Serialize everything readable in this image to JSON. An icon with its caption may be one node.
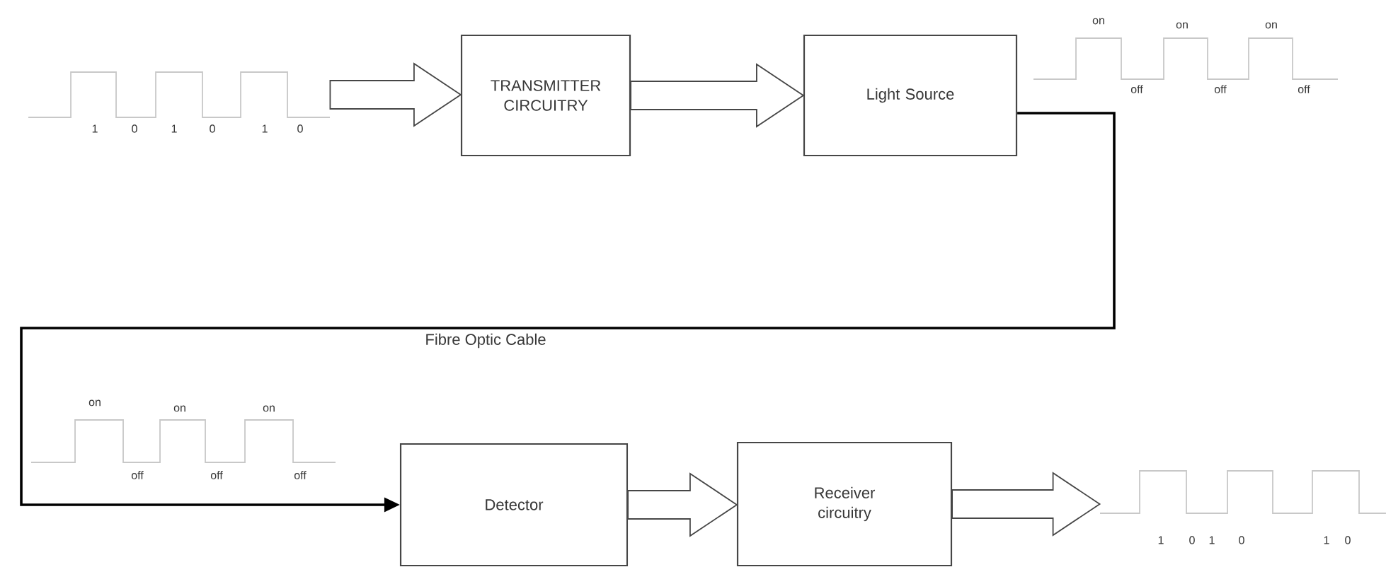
{
  "diagram": {
    "nodes": [
      {
        "text": [],
        "shape": "picture",
        "beside": [
          "1",
          "0",
          "1",
          "0",
          "1",
          "0"
        ]
      },
      {
        "text": [
          "TRANSMITTER CIRCUITRY"
        ]
      },
      {
        "text": [
          "Light Source"
        ]
      },
      {
        "text": [
          "Detector"
        ]
      },
      {
        "text": [
          "Receiver circuitry"
        ]
      },
      {
        "text": [],
        "shape": "picture",
        "beside": [
          "1",
          "0",
          "1",
          "0",
          "1",
          "0"
        ]
      }
    ],
    "edges": [
      {
        "from": 0,
        "to": 1,
        "arrow": "to"
      },
      {
        "from": 1,
        "to": 2,
        "arrow": "to"
      },
      {
        "from": 2,
        "to": 3,
        "arrow": "to",
        "label": "Fibre Optic Cable"
      },
      {
        "from": 3,
        "to": 4,
        "arrow": "to"
      },
      {
        "from": 4,
        "to": 5,
        "arrow": "to"
      }
    ],
    "labels": [
      "on",
      "on",
      "on",
      "off",
      "off",
      "off",
      "on",
      "on",
      "on",
      "off",
      "off",
      "off"
    ]
  }
}
